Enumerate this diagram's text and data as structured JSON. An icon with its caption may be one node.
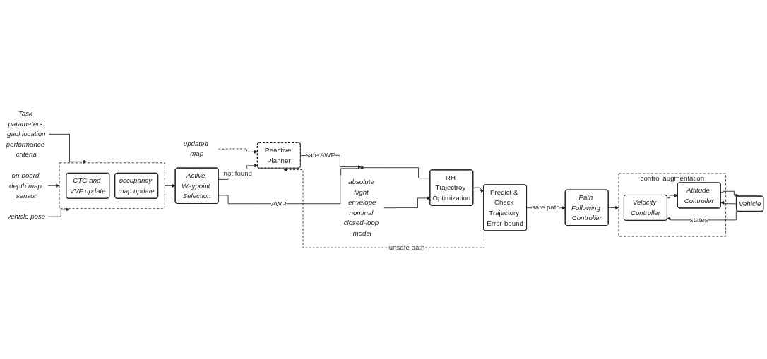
{
  "diagram": {
    "nodes": [
      {
        "text": [],
        "shape": "box"
      },
      {
        "text": [
          "CTG and VVF update"
        ],
        "in": 0
      },
      {
        "text": [
          "occupancy map update"
        ],
        "in": 0
      },
      {
        "text": [
          "Task parameters:",
          "gaol location",
          "performance criteria"
        ]
      },
      {
        "text": [
          "on-board depth map sensor"
        ]
      },
      {
        "text": [
          "vehicle pose"
        ]
      },
      {
        "text": [
          "Active Waypoint Selection"
        ]
      },
      {
        "text": [
          "updated map"
        ]
      },
      {
        "text": [
          "Reactive Planner"
        ]
      },
      {
        "text": [],
        "shape": "switch"
      },
      {
        "text": [
          "absolute flight envelope",
          "nominal closed-loop model"
        ]
      },
      {
        "text": [
          "RH Trajectroy Optimization"
        ]
      },
      {
        "text": [
          "Predict & Check Trajectory Error-bound"
        ]
      },
      {
        "text": [
          "Path Following Controller"
        ]
      },
      {
        "text": [
          "control augmentation"
        ]
      },
      {
        "text": [
          "Velocity Controller"
        ],
        "in": 14
      },
      {
        "text": [
          "Attitude Controller"
        ],
        "in": 14
      },
      {
        "text": [
          "Vehicle"
        ]
      }
    ],
    "edges": [
      {
        "from": 3,
        "to": 0,
        "arrow": "to"
      },
      {
        "from": 4,
        "to": 0,
        "arrow": "to"
      },
      {
        "from": 5,
        "to": 0,
        "arrow": "to"
      },
      {
        "from": 0,
        "to": 6,
        "arrow": "to"
      },
      {
        "from": 7,
        "to": 8,
        "arrow": "to",
        "style": "dashed"
      },
      {
        "from": 6,
        "to": 8,
        "arrow": "to",
        "label": "not found"
      },
      {
        "from": 8,
        "to": 9,
        "arrow": "to",
        "label": "safe AWP"
      },
      {
        "from": 6,
        "to": 9,
        "arrow": "none",
        "label": "AWP"
      },
      {
        "from": 9,
        "to": 11,
        "arrow": "none"
      },
      {
        "from": 10,
        "to": 11,
        "arrow": "to"
      },
      {
        "from": 11,
        "to": 12,
        "arrow": "to"
      },
      {
        "from": 12,
        "to": 8,
        "arrow": "to",
        "style": "dashed",
        "label": "unsafe path"
      },
      {
        "from": 12,
        "to": 13,
        "arrow": "to",
        "label": "safe path"
      },
      {
        "from": 13,
        "to": 14,
        "arrow": "to"
      },
      {
        "from": 15,
        "to": 16,
        "arrow": "to"
      },
      {
        "from": 16,
        "to": 17,
        "arrow": "to"
      },
      {
        "from": 17,
        "to": 16,
        "arrow": "to"
      },
      {
        "from": 17,
        "to": 15,
        "arrow": "to",
        "label": "states"
      }
    ]
  }
}
